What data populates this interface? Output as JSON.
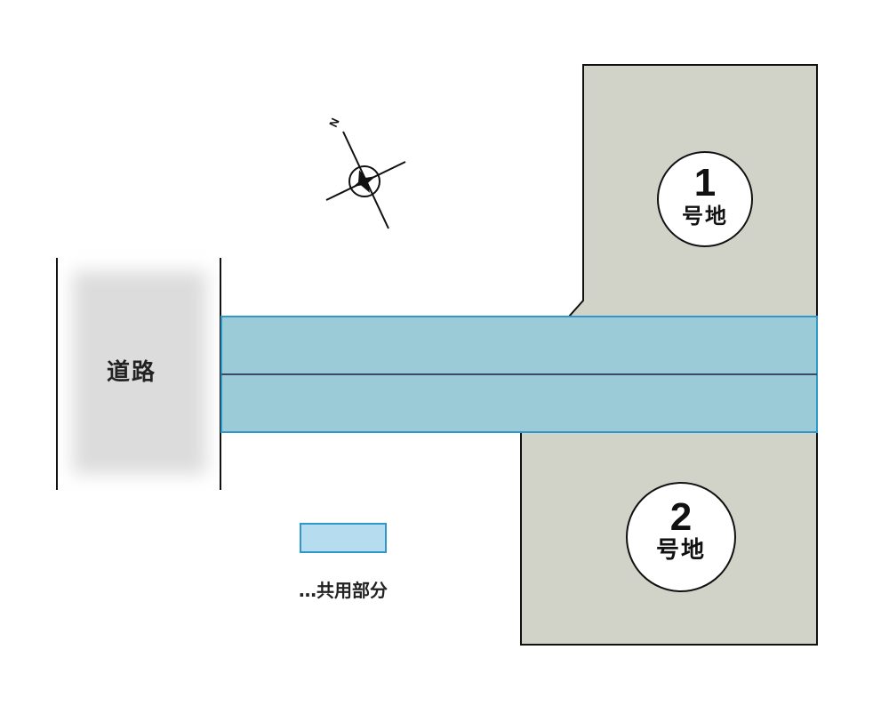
{
  "road": {
    "label": "道路"
  },
  "lots": [
    {
      "number": "1",
      "suffix": "号地"
    },
    {
      "number": "2",
      "suffix": "号地"
    }
  ],
  "compass": {
    "north_label": "N"
  },
  "legend": {
    "shared_label": "…共用部分",
    "shared_color": "#b6dcef"
  },
  "colors": {
    "lot_fill": "#d2d3c8",
    "shared_fill": "#9ccbd8",
    "shared_border": "#2f97c9",
    "road_fill": "#dddddd"
  }
}
